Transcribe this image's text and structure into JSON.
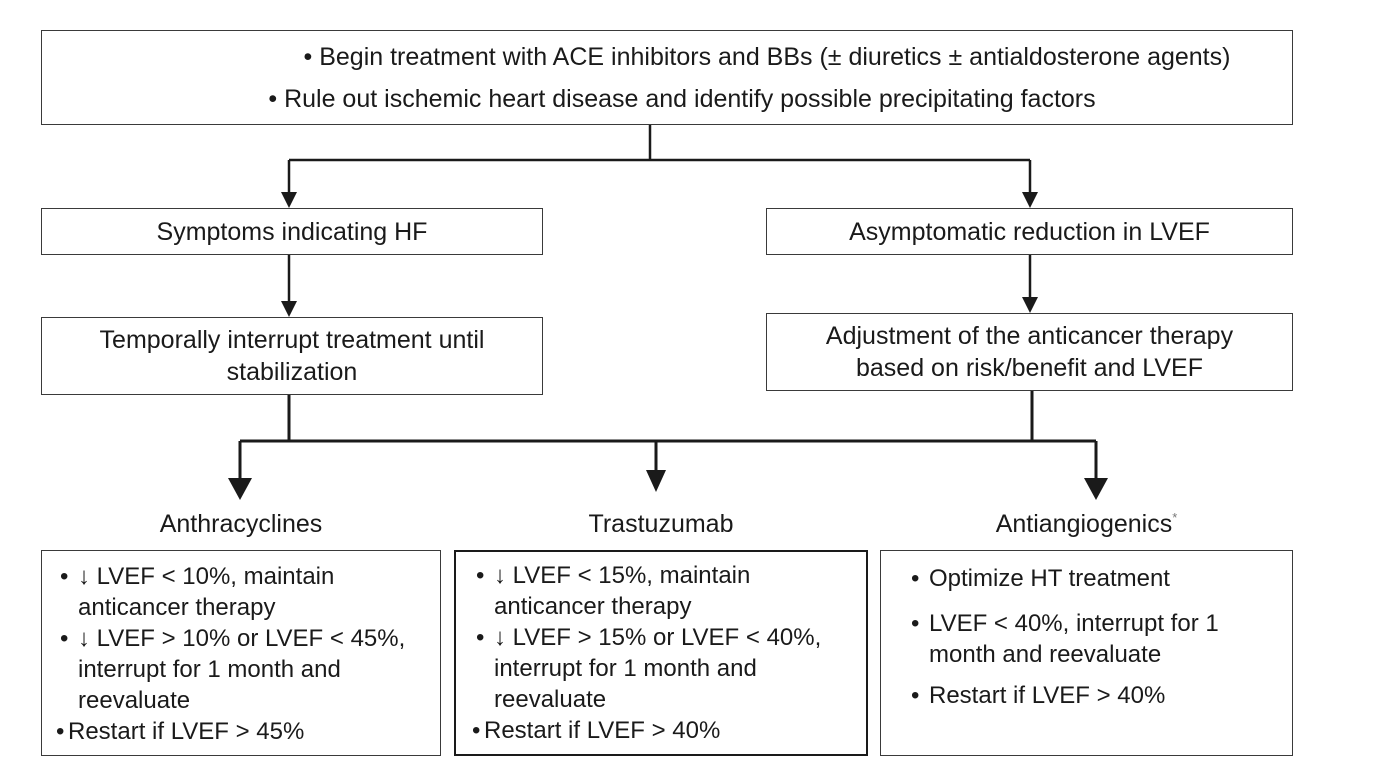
{
  "top_box": {
    "line1": "• Begin treatment with ACE inhibitors and BBs (± diuretics ± antialdosterone agents)",
    "line2": "• Rule out ischemic heart disease and identify possible precipitating factors"
  },
  "left_branch": {
    "title": "Symptoms indicating HF",
    "action": "Temporally interrupt treatment until stabilization"
  },
  "right_branch": {
    "title": "Asymptomatic reduction in LVEF",
    "action": "Adjustment of the anticancer therapy based on risk/benefit and LVEF"
  },
  "drugs": [
    {
      "name": "Anthracyclines",
      "items": [
        "↓ LVEF < 10%, maintain anticancer therapy",
        "↓ LVEF > 10% or LVEF < 45%, interrupt for 1 month and reevaluate",
        "Restart if LVEF > 45%"
      ]
    },
    {
      "name": "Trastuzumab",
      "items": [
        "↓ LVEF < 15%, maintain anticancer therapy",
        "↓ LVEF > 15% or LVEF < 40%, interrupt for 1 month and reevaluate",
        "Restart if LVEF >  40%"
      ]
    },
    {
      "name": "Antiangiogenics",
      "footnote_mark": "*",
      "items": [
        "Optimize HT treatment",
        "LVEF < 40%, interrupt for 1 month and reevaluate",
        "Restart if LVEF > 40%"
      ]
    }
  ],
  "bullet_glyph": "•",
  "colors": {
    "line": "#1a1a1a",
    "text": "#1a1a1a",
    "footnote": "#777777"
  }
}
